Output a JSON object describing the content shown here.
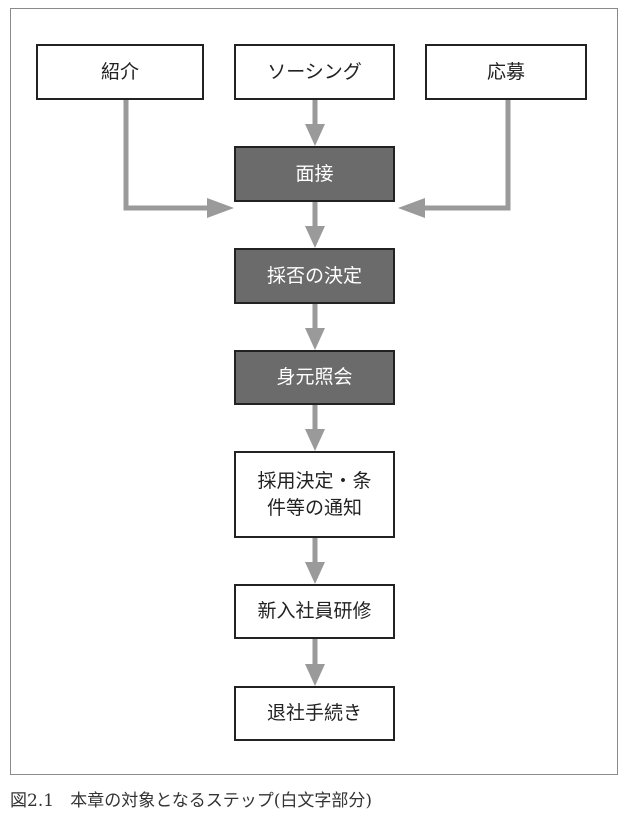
{
  "diagram": {
    "sources": [
      {
        "label": "紹介"
      },
      {
        "label": "ソーシング"
      },
      {
        "label": "応募"
      }
    ],
    "steps": [
      {
        "label": "面接",
        "highlighted": true
      },
      {
        "label": "採否の決定",
        "highlighted": true
      },
      {
        "label": "身元照会",
        "highlighted": true
      },
      {
        "label": "採用決定・条\n件等の通知",
        "highlighted": false
      },
      {
        "label": "新入社員研修",
        "highlighted": false
      },
      {
        "label": "退社手続き",
        "highlighted": false
      }
    ],
    "colors": {
      "arrow": "#9a9a9a",
      "dark_box": "#6b6b6b",
      "border": "#222222"
    }
  },
  "caption": {
    "figure_number": "図2.1",
    "text": "本章の対象となるステップ(白文字部分)"
  }
}
